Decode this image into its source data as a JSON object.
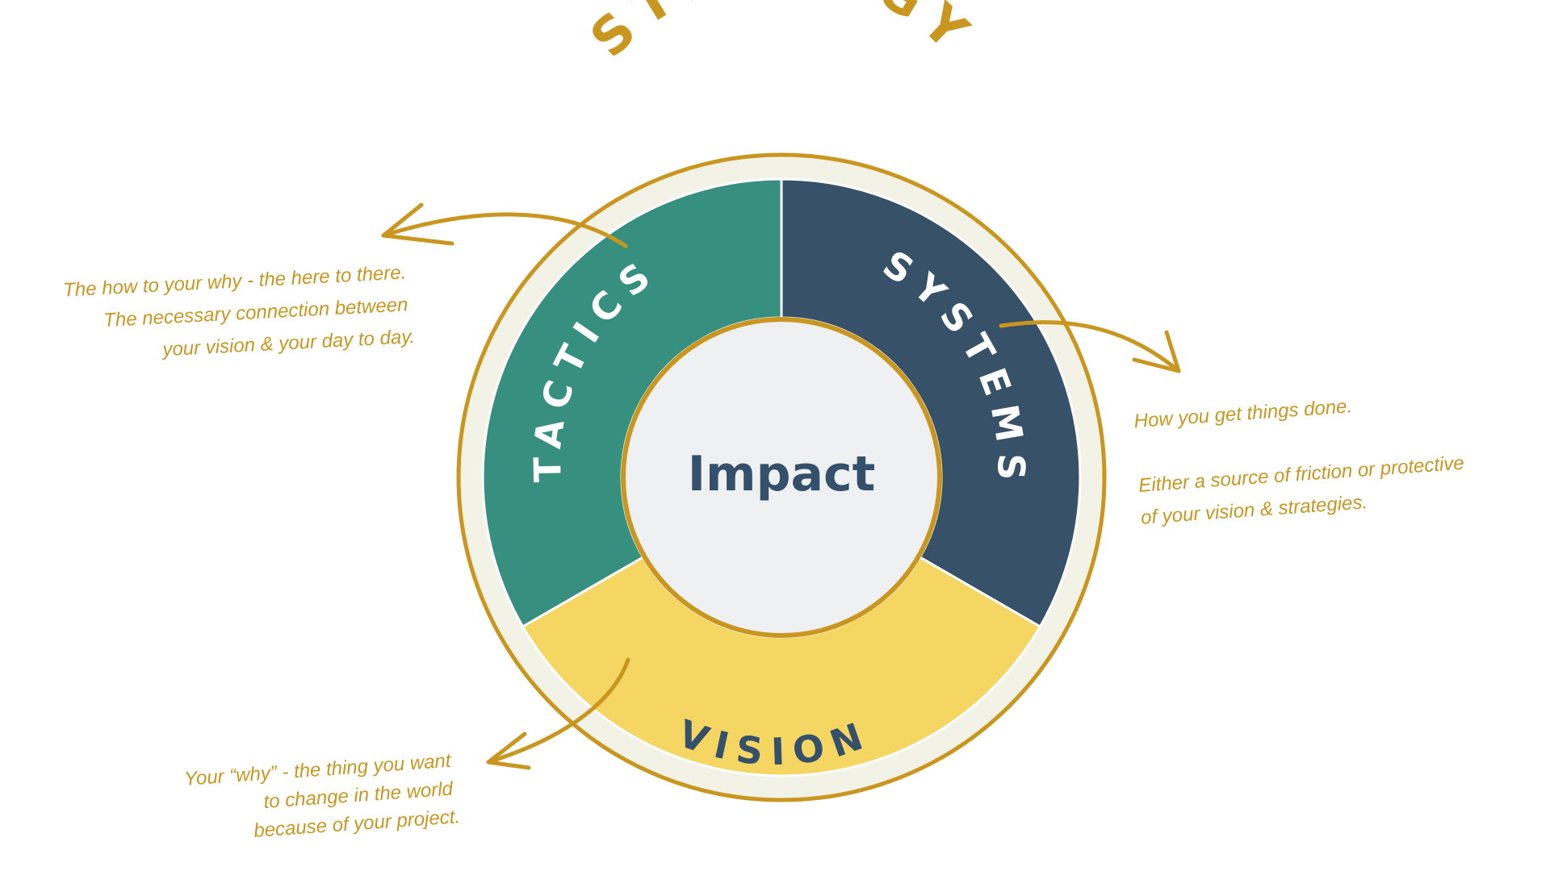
{
  "colors": {
    "gold": "#c9961f",
    "ring_fill": "#f3f2e6",
    "tactics": "#378f80",
    "systems": "#375169",
    "vision": "#f5d662",
    "center_fill": "#eff0f1",
    "navy_text": "#34506a",
    "white_text": "#ffffff"
  },
  "diagram": {
    "title": "STRATEGY",
    "center": "Impact",
    "segments": {
      "tactics": "TACTICS",
      "systems": "SYSTEMS",
      "vision": "VISION"
    }
  },
  "notes": {
    "tactics": [
      "The how to your why - the here to there.",
      "The necessary connection between",
      "your vision & your day to day."
    ],
    "systems": [
      "How you get things done.",
      "Either a source of friction or protective",
      "of your vision & strategies."
    ],
    "vision": [
      "Your “why” - the thing you want",
      "to change in the world",
      "because of your project."
    ]
  },
  "icons": {
    "tactics_arrow": "curved-arrow-left",
    "systems_arrow": "curved-arrow-right",
    "vision_arrow": "curved-arrow-down-left"
  }
}
